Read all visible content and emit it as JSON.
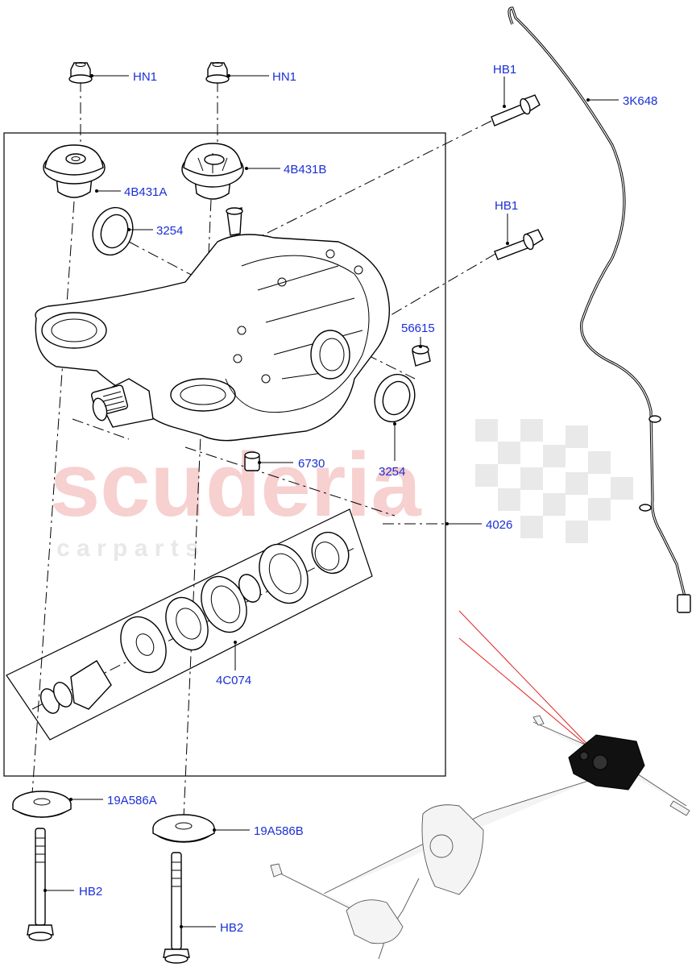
{
  "watermark": {
    "line1": "scuderia",
    "line2": "c a r   p a r t s"
  },
  "labels": {
    "hn1_left": "HN1",
    "hn1_right": "HN1",
    "hb1_top": "HB1",
    "hb1_mid": "HB1",
    "k3648": "3K648",
    "b4431b": "4B431B",
    "b4431a": "4B431A",
    "p3254_top": "3254",
    "p56615": "56615",
    "p3254_bot": "3254",
    "p6730": "6730",
    "p4026": "4026",
    "c4074": "4C074",
    "a19586a": "19A586A",
    "a19586b": "19A586B",
    "hb2_left": "HB2",
    "hb2_right": "HB2"
  },
  "colors": {
    "label": "#1a2fd6",
    "watermark_red": "#f5c6c6",
    "watermark_grey": "#e6e6e6",
    "pointer": "#e02020"
  }
}
